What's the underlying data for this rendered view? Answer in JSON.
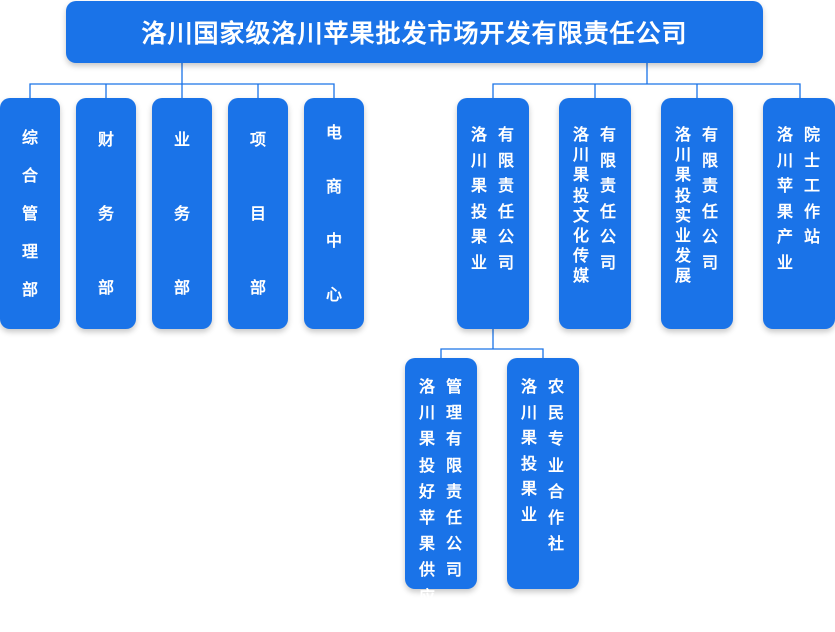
{
  "root": {
    "title": "洛川国家级洛川苹果批发市场开发有限责任公司"
  },
  "departments": [
    {
      "name": "综合管理部"
    },
    {
      "name": "财务部"
    },
    {
      "name": "业务部"
    },
    {
      "name": "项目部"
    },
    {
      "name": "电商中心"
    }
  ],
  "subsidiaries": [
    {
      "name": [
        "洛川果投果业",
        "有限责任公司"
      ]
    },
    {
      "name": [
        "洛川果投文化传媒",
        "有限责任公司"
      ]
    },
    {
      "name": [
        "洛川果投实业发展",
        "有限责任公司"
      ]
    },
    {
      "name": [
        "洛川苹果产业",
        "院士工作站"
      ]
    }
  ],
  "sub_units": [
    {
      "name": [
        "洛川果投好苹果供应链",
        "管理有限责任公司"
      ]
    },
    {
      "name": [
        "洛川果投果业",
        "农民专业合作社"
      ]
    }
  ],
  "colors": {
    "box_fill": "#1a73e8",
    "connector": "#1a73e8",
    "text": "#ffffff"
  }
}
